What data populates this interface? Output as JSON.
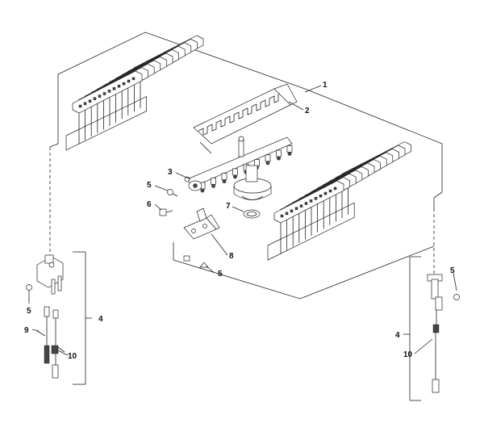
{
  "callouts": {
    "c1": "1",
    "c2": "2",
    "c3": "3",
    "c4_left": "4",
    "c4_right": "4",
    "c5_top": "5",
    "c5_mid": "5",
    "c5_left": "5",
    "c5_right": "5",
    "c6": "6",
    "c7": "7",
    "c8": "8",
    "c9": "9",
    "c10_left": "10",
    "c10_right": "10"
  },
  "icons": {
    "burner_left": "burner-assembly-icon",
    "burner_right": "burner-assembly-icon",
    "manifold": "gas-manifold-icon",
    "bracket": "mounting-bracket-icon",
    "regulator": "gas-regulator-icon",
    "electrode_left": "ignition-electrode-icon",
    "electrode_right": "flame-rod-icon"
  }
}
